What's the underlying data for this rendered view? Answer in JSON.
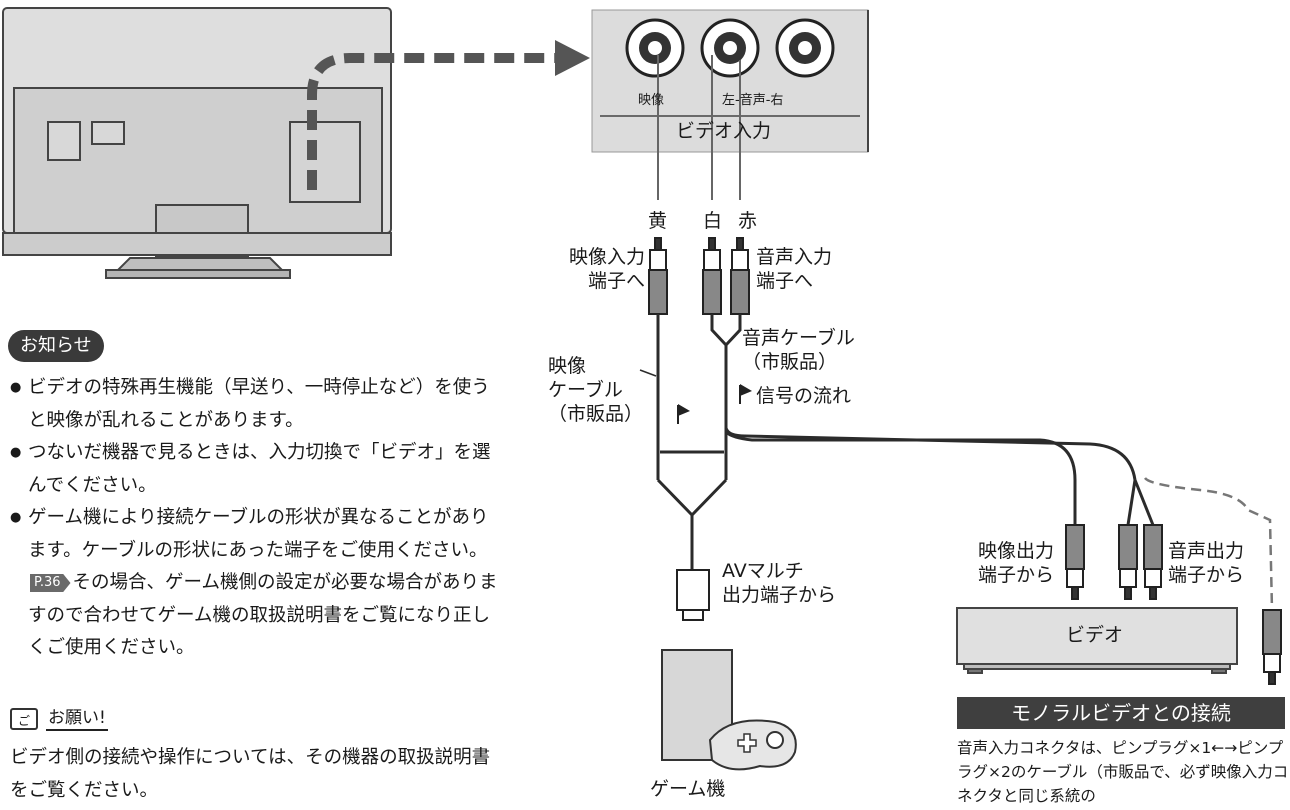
{
  "panel": {
    "jack_video": "映像",
    "jack_audio": "左-音声-右",
    "title": "ビデオ入力"
  },
  "plug_colors": {
    "yellow": "黄",
    "white": "白",
    "red": "赤"
  },
  "labels": {
    "to_video_in": "映像入力\n端子へ",
    "to_audio_in": "音声入力\n端子へ",
    "audio_cable": "音声ケーブル\n（市販品）",
    "video_cable": "映像\nケーブル\n（市販品）",
    "signal_flow": "信号の流れ",
    "av_multi": "AVマルチ\n出力端子から",
    "game_console": "ゲーム機",
    "video_out": "映像出力\n端子から",
    "audio_out": "音声出力\n端子から",
    "vcr": "ビデオ"
  },
  "notice": {
    "badge": "お知らせ",
    "items": [
      "ビデオの特殊再生機能（早送り、一時停止など）を使うと映像が乱れることがあります。",
      "つないだ機器で見るときは、入力切換で「ビデオ」を選んでください。"
    ],
    "item3_before": "ゲーム機により接続ケーブルの形状が異なることがあります。ケーブルの形状にあった端子をご使用ください。",
    "item3_ref": "P.36",
    "item3_after": "その場合、ゲーム機側の設定が必要な場合がありますので合わせてゲーム機の取扱説明書をご覧になり正しくご使用ください。"
  },
  "request": {
    "icon": "ご",
    "label": "お願い!",
    "text": "ビデオ側の接続や操作については、その機器の取扱説明書をご覧ください。"
  },
  "mono": {
    "title": "モノラルビデオとの接続",
    "text": "音声入力コネクタは、ピンプラグ×1←→ピンプラグ×2のケーブル（市販品で、必ず映像入力コネクタと同じ系統の"
  },
  "colors": {
    "line": "#2b2b2b",
    "panel_fill": "#dcdcdc",
    "dark_bar": "#3f3f3f"
  }
}
